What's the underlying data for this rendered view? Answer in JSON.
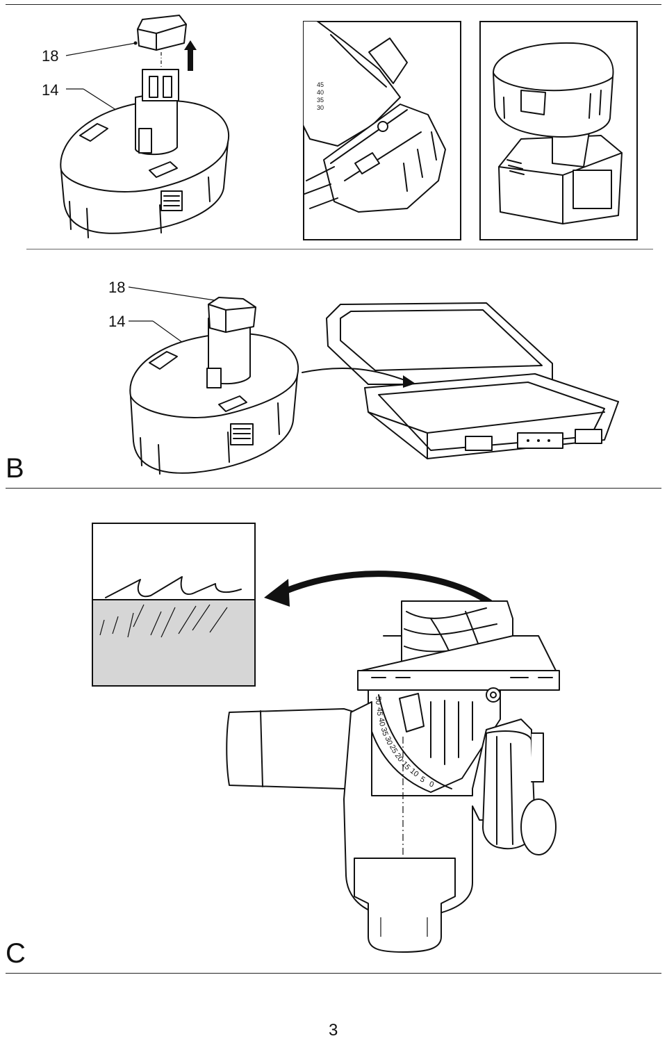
{
  "top_row": {
    "callouts": [
      "18",
      "14"
    ]
  },
  "section_b": {
    "letter": "B",
    "callouts": [
      "18",
      "14"
    ]
  },
  "section_c": {
    "letter": "C",
    "bevel_scale": [
      "50",
      "45",
      "40",
      "35",
      "30",
      "25",
      "20",
      "15",
      "10",
      "5",
      "0"
    ]
  },
  "inset_scale": [
    "45",
    "40",
    "35",
    "30"
  ],
  "page_number": "3"
}
